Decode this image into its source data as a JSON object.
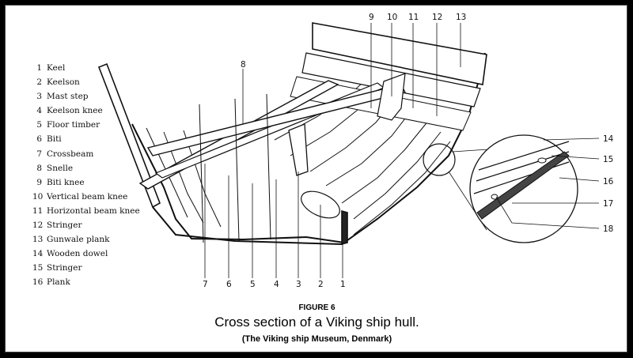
{
  "legend": [
    {
      "num": "1",
      "label": "Keel"
    },
    {
      "num": "2",
      "label": "Keelson"
    },
    {
      "num": "3",
      "label": "Mast step"
    },
    {
      "num": "4",
      "label": "Keelson knee"
    },
    {
      "num": "5",
      "label": "Floor timber"
    },
    {
      "num": "6",
      "label": "Biti"
    },
    {
      "num": "7",
      "label": "Crossbeam"
    },
    {
      "num": "8",
      "label": "Snelle"
    },
    {
      "num": "9",
      "label": "Biti knee"
    },
    {
      "num": "10",
      "label": "Vertical beam knee"
    },
    {
      "num": "11",
      "label": "Horizontal beam knee"
    },
    {
      "num": "12",
      "label": "Stringer"
    },
    {
      "num": "13",
      "label": "Gunwale plank"
    },
    {
      "num": "14",
      "label": "Wooden dowel"
    },
    {
      "num": "15",
      "label": "Stringer"
    },
    {
      "num": "16",
      "label": "Plank"
    }
  ],
  "callouts": {
    "n1": "1",
    "n2": "2",
    "n3": "3",
    "n4": "4",
    "n5": "5",
    "n6": "6",
    "n7": "7",
    "n8": "8",
    "n9": "9",
    "n10": "10",
    "n11": "11",
    "n12": "12",
    "n13": "13",
    "n14": "14",
    "n15": "15",
    "n16": "16",
    "n17": "17",
    "n18": "18"
  },
  "caption": {
    "figure_label": "FIGURE 6",
    "title": "Cross section of a Viking ship hull.",
    "source": "(The Viking ship Museum, Denmark)"
  },
  "colors": {
    "ink": "#111111",
    "paper": "#ffffff",
    "border": "#000000"
  }
}
